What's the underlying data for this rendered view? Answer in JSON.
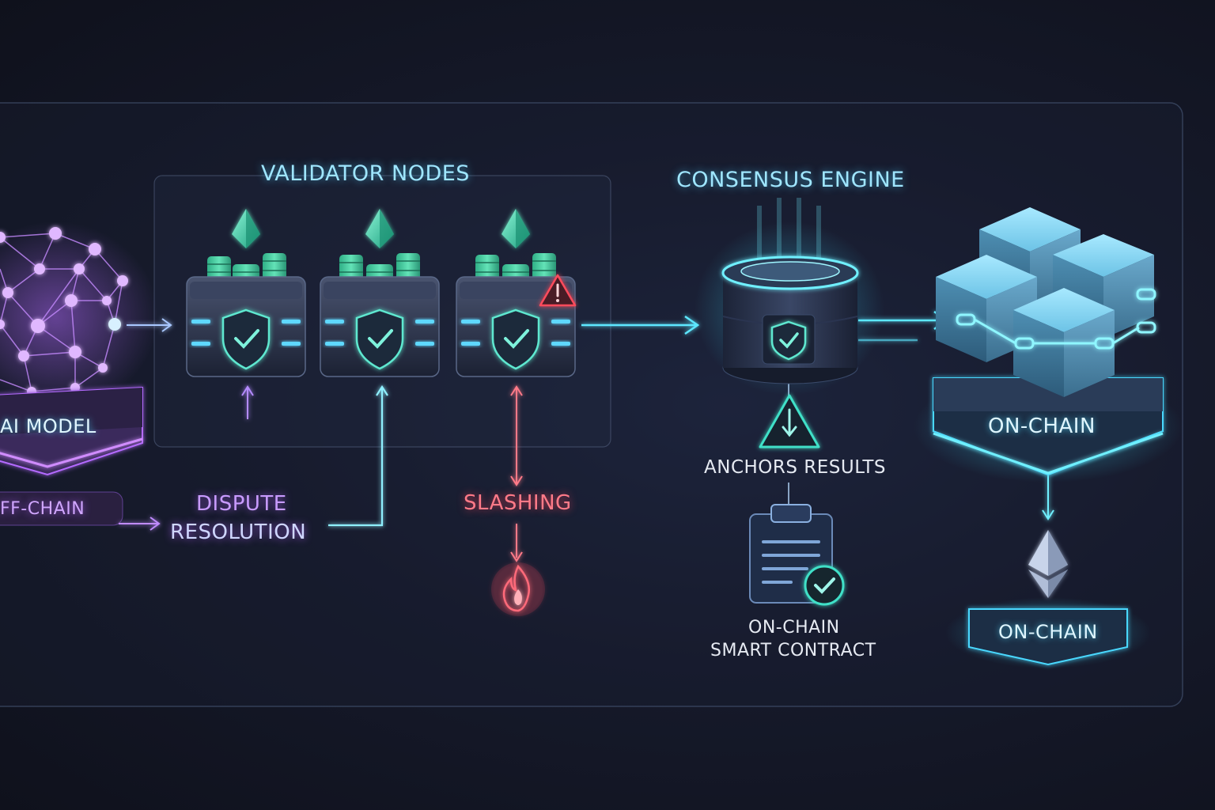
{
  "labels": {
    "validator_nodes": "VALIDATOR NODES",
    "consensus_engine": "CONSENSUS ENGINE",
    "ai_model": "AI MODEL",
    "off_chain": "FF-CHAIN",
    "dispute_line1": "DISPUTE",
    "dispute_line2": "RESOLUTION",
    "slashing": "SLASHING",
    "anchors_results": "ANCHORS RESULTS",
    "smart_contract_line1": "ON-CHAIN",
    "smart_contract_line2": "SMART CONTRACT",
    "on_chain_main": "ON-CHAIN",
    "on_chain_bottom": "ON-CHAIN"
  },
  "colors": {
    "accent_cyan": "#3fe0ff",
    "accent_teal": "#3ed6b0",
    "accent_purple": "#b46bff",
    "accent_red": "#ff4b5c",
    "background": "#121522"
  },
  "icons": [
    "neural-network-icon",
    "shield-check-icon",
    "ethereum-icon",
    "coin-stack-icon",
    "warning-icon",
    "flame-icon",
    "clipboard-icon",
    "check-circle-icon",
    "cube-icon",
    "chain-link-icon",
    "database-cylinder-icon"
  ]
}
